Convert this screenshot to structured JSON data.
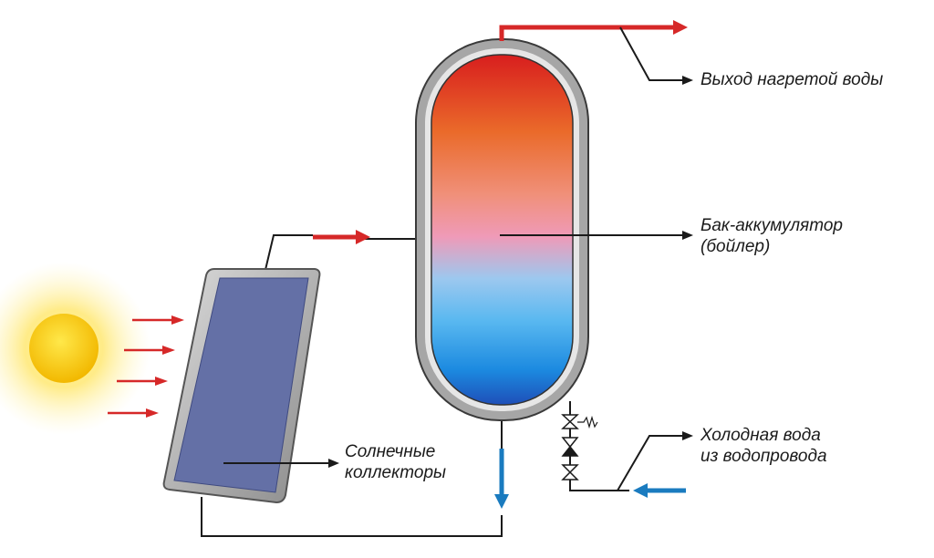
{
  "labels": {
    "hot_water_outlet": "Выход нагретой воды",
    "tank_line1": "Бак-аккумулятор",
    "tank_line2": "(бойлер)",
    "cold_water_line1": "Холодная вода",
    "cold_water_line2": "из водопровода",
    "collectors_line1": "Солнечные",
    "collectors_line2": "коллекторы"
  },
  "colors": {
    "hot_pipe": "#d62828",
    "cold_pipe": "#1a7bbf",
    "collector_fill": "#6470a6",
    "sun": "#f7c600",
    "tank_top": "#d81e1e",
    "tank_bottom": "#1e5fc8",
    "line": "#1a1a1a"
  }
}
